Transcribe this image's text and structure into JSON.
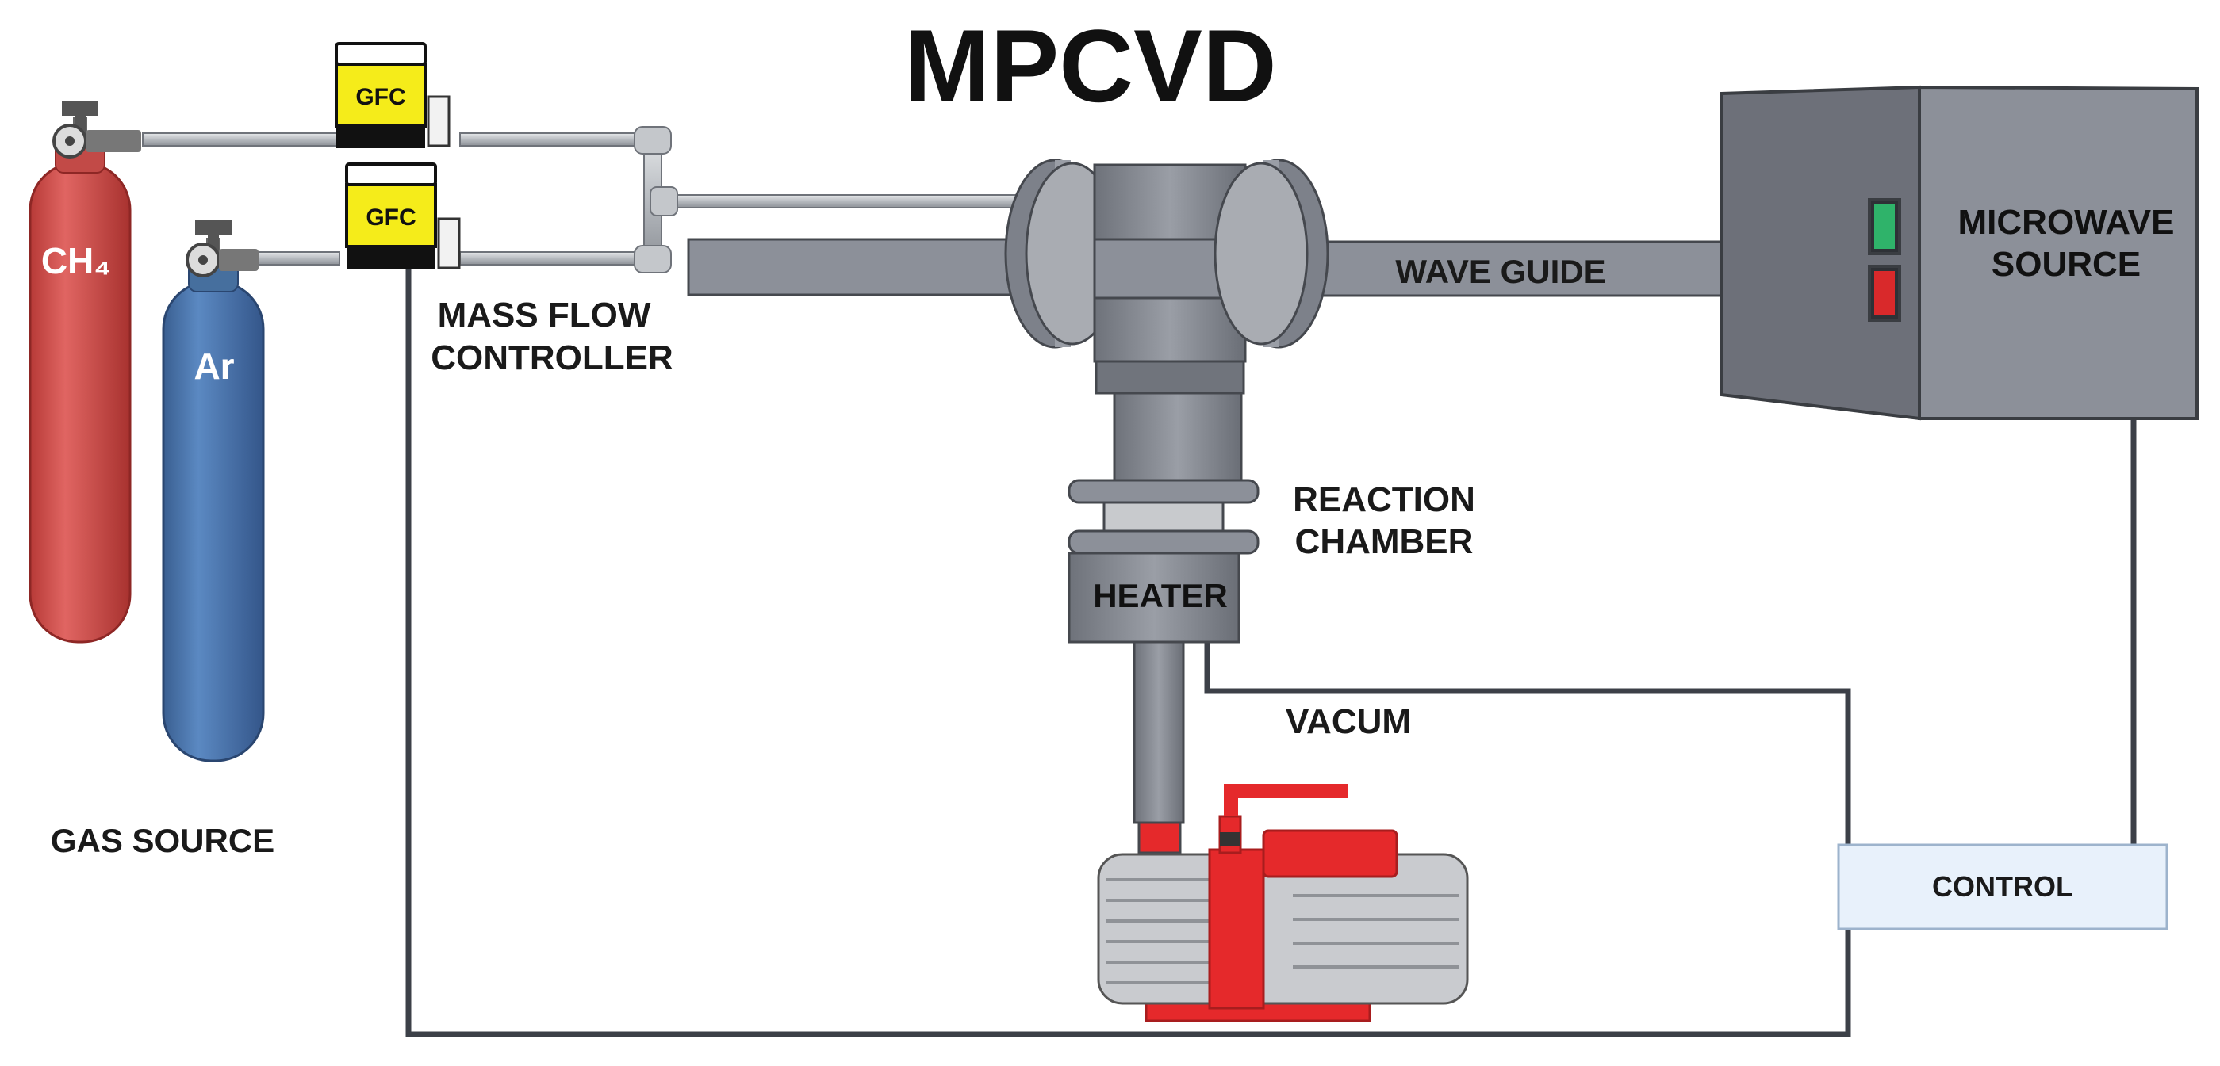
{
  "title": "MPCVD",
  "labels": {
    "gfc_top": "GFC",
    "gfc_bottom": "GFC",
    "mass_flow_line1": "MASS FLOW",
    "mass_flow_line2": "CONTROLLER",
    "ch4": "CH₄",
    "ar": "Ar",
    "gas_source": "GAS SOURCE",
    "wave_guide": "WAVE GUIDE",
    "microwave_line1": "MICROWAVE",
    "microwave_line2": "SOURCE",
    "reaction_line1": "REACTION",
    "reaction_line2": "CHAMBER",
    "heater": "HEATER",
    "vacum": "VACUM",
    "control": "CONTROL"
  },
  "colors": {
    "ch4_cylinder": "#d9534f",
    "ar_cylinder": "#4a76b0",
    "gfc_body": "#f5ec1a",
    "metal": "#8c9099",
    "metal_dark": "#5f636c",
    "pump_red": "#e5292b",
    "pump_grey": "#c9cbcf",
    "control_box": "#e8f1fb",
    "wire": "#3c4048"
  },
  "icons": [
    "gas-cylinder-icon",
    "pressure-regulator-icon",
    "gas-flow-controller-icon",
    "vacuum-pump-icon",
    "indicator-light-icon"
  ]
}
